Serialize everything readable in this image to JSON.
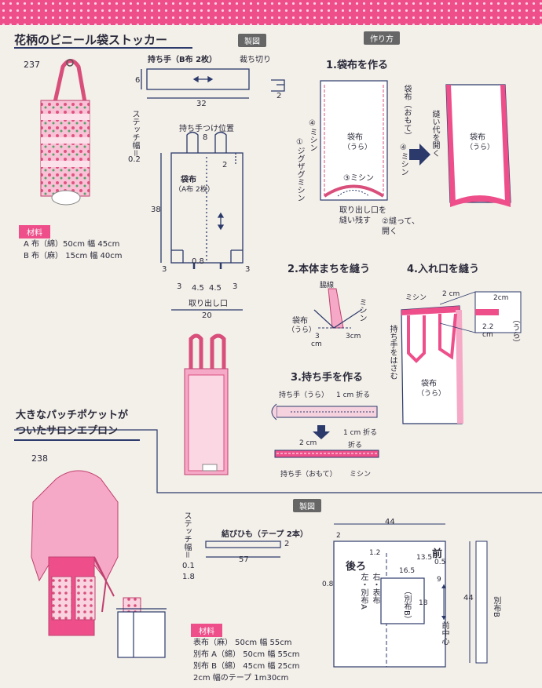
{
  "header": {
    "title": "花柄のビニール袋ストッカー",
    "number": "237",
    "tag_pattern": "製図",
    "tag_howto": "作り方"
  },
  "bag_pattern": {
    "handle_title": "持ち手（B布 2枚）",
    "cut_note": "裁ち切り",
    "handle_w": "6",
    "handle_len": "32",
    "handle_fold": "2",
    "stitch_label": "ステッチ幅＝",
    "stitch_val": "0.2",
    "attach_pos": "持ち手つけ位置",
    "attach_w": "8",
    "top_margin": "2",
    "body_label": "袋布",
    "body_sub": "（A布 2枚）",
    "height": "38",
    "gusset_l": "3",
    "gusset_r": "3",
    "bottom_l": "3",
    "bottom_r": "3",
    "slot_h": "0.8",
    "slot_l": "4.5",
    "slot_r": "4.5",
    "slot_label": "取り出し口",
    "width": "20"
  },
  "materials_bag": {
    "label": "材料",
    "line1": "A 布（綿）50cm 幅 45cm",
    "line2": "B 布（麻） 15cm 幅 40cm"
  },
  "steps": {
    "s1": "1.袋布を作る",
    "s1_body": "袋布",
    "s1_body_sub": "（うら）",
    "s1_outer": "袋布（おもて）",
    "s1_m4l": "④ミシン",
    "s1_zig": "①ジグザグミシン",
    "s1_m3": "③ミシン",
    "s1_m4r": "④ミシン",
    "s1_slot": "取り出し口を縫い残す",
    "s1_open": "②縫って、開く",
    "s1_right_body": "袋布",
    "s1_right_sub": "（うら）",
    "s1_right_note": "縫い代を開く",
    "s2": "2.本体まちを縫う",
    "s2_side": "脇線",
    "s2_body": "袋布",
    "s2_sub": "（うら）",
    "s2_machine": "ミシン",
    "s2_3l": "3",
    "s2_cm": "cm",
    "s2_3r": "3cm",
    "s3": "3.持ち手を作る",
    "s3_h1": "持ち手（うら）",
    "s3_fold1": "1 cm 折る",
    "s3_fold2": "1 cm 折る",
    "s3_2cm": "2 cm",
    "s3_fold": "折る",
    "s3_h2": "持ち手（おもて）",
    "s3_machine": "ミシン",
    "s4": "4.入れ口を縫う",
    "s4_machine": "ミシン",
    "s4_2cm": "2 cm",
    "s4_handle": "持ち手をはさむ",
    "s4_body": "袋布",
    "s4_sub": "（うら）",
    "s4_d2cm": "2cm",
    "s4_d22": "2.2",
    "s4_cm": "cm",
    "s4_ura": "（うら）"
  },
  "apron": {
    "title1": "大きなパッチポケットが",
    "title2": "ついたサロンエプロン",
    "number": "238",
    "tag_pattern": "製図",
    "stitch_label": "ステッチ幅＝",
    "stitch1": "0.1",
    "stitch2": "1.8",
    "tie_title": "結びひも（テープ 2本）",
    "tie_w": "2",
    "tie_len": "57",
    "width": "44",
    "corner": "2",
    "v12": "1.2",
    "v135": "13.5",
    "front": "前",
    "v05": "0.5",
    "back": "後ろ",
    "v08": "0.8",
    "left_panel": "左・別布A",
    "right_panel": "右・表布",
    "pocket_w": "16.5",
    "v9": "9",
    "pocket_label": "（別布B）",
    "v18": "18",
    "center": "前中心",
    "height": "44",
    "side_label": "別布B"
  },
  "materials_apron": {
    "label": "材料",
    "line1": "表布（麻） 50cm 幅 55cm",
    "line2": "別布 A（綿） 50cm 幅 55cm",
    "line3": "別布 B（綿） 45cm 幅 25cm",
    "line4": "2cm 幅のテープ 1m30cm"
  },
  "colors": {
    "pink": "#ee4f8a",
    "navy": "#2b3a6b",
    "paper": "#f3efe9",
    "light_pink": "#f6a9c6"
  }
}
